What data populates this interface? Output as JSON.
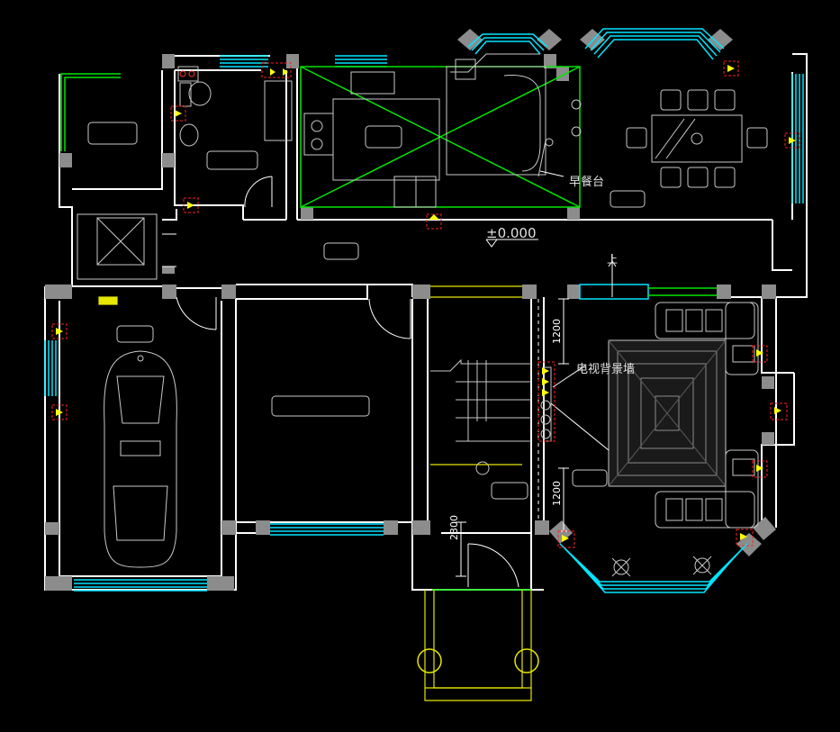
{
  "labels": {
    "breakfast_counter": "早餐台",
    "elevation": "±0.000",
    "up_arrow": "上",
    "tv_wall": "电视背景墙"
  },
  "dimensions": {
    "upper": "1200",
    "lower": "1200",
    "porch": "2300"
  },
  "colors": {
    "background": "#000000",
    "wall": "#ffffff",
    "column": "#8c8c8c",
    "window": "#00e5ff",
    "furniture": "#c8c8c8",
    "green_line": "#00e600",
    "yellow_line": "#e6e600",
    "socket_marker": "#ffff00",
    "socket_frame": "#ff2020"
  }
}
